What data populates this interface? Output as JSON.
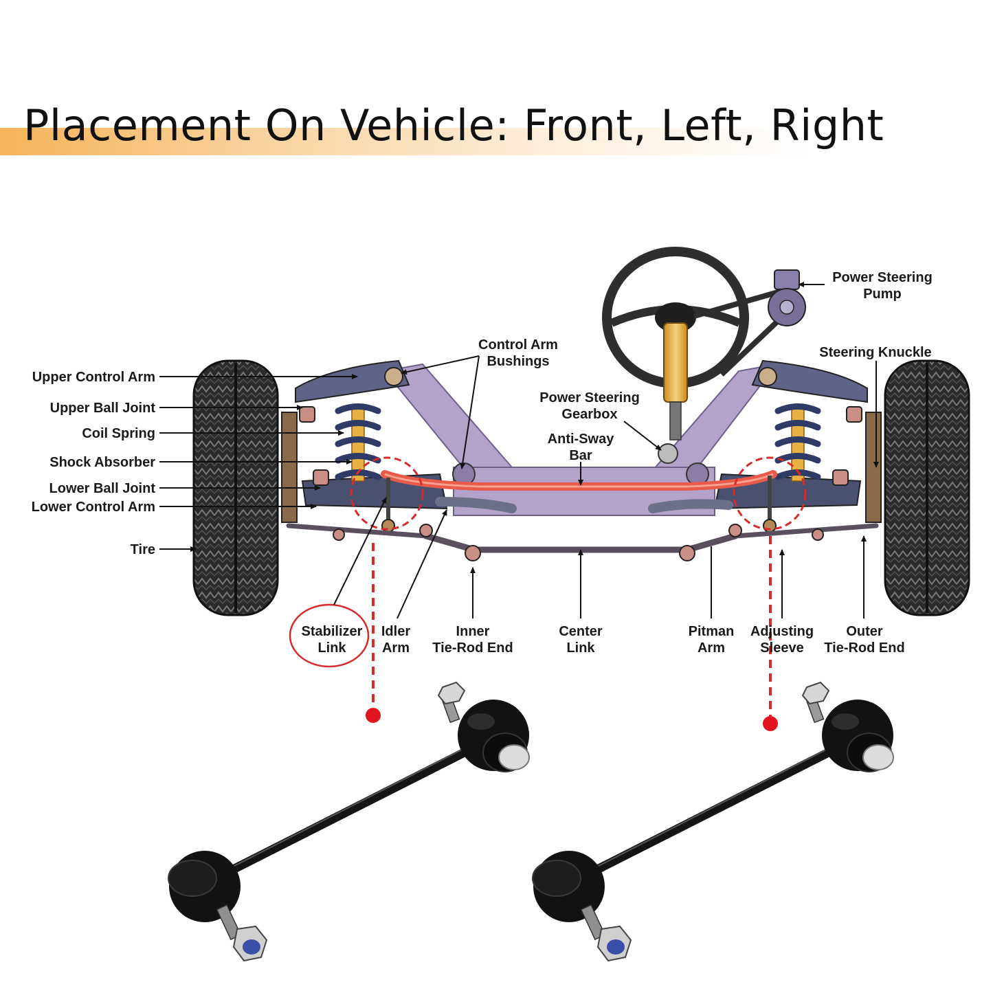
{
  "title": "Placement On Vehicle: Front, Left, Right",
  "labels": {
    "upper_control_arm": "Upper Control Arm",
    "upper_ball_joint": "Upper Ball Joint",
    "coil_spring": "Coil Spring",
    "shock_absorber": "Shock Absorber",
    "lower_ball_joint": "Lower Ball Joint",
    "lower_control_arm": "Lower Control Arm",
    "tire": "Tire",
    "control_arm_bushings": [
      "Control Arm",
      "Bushings"
    ],
    "power_steering_gearbox": [
      "Power Steering",
      "Gearbox"
    ],
    "anti_sway_bar": [
      "Anti-Sway",
      "Bar"
    ],
    "power_steering_pump": [
      "Power Steering",
      "Pump"
    ],
    "steering_knuckle": "Steering Knuckle",
    "stabilizer_link": [
      "Stabilizer",
      "Link"
    ],
    "idler_arm": [
      "Idler",
      "Arm"
    ],
    "inner_tie_rod_end": [
      "Inner",
      "Tie-Rod End"
    ],
    "center_link": [
      "Center",
      "Link"
    ],
    "pitman_arm": [
      "Pitman",
      "Arm"
    ],
    "adjusting_sleeve": [
      "Adjusting",
      "Sleeve"
    ],
    "outer_tie_rod_end": [
      "Outer",
      "Tie-Rod End"
    ]
  },
  "colors": {
    "frame": "#b3a3cb",
    "frame_dark": "#8c7ca8",
    "control_arm": "#5f6388",
    "spring": "#2f3a66",
    "shock": "#e8b040",
    "sway_bar": "#e85a4a",
    "tire": "#2a2a2a",
    "highlight": "#d62b2b",
    "column": "#e0a830"
  }
}
